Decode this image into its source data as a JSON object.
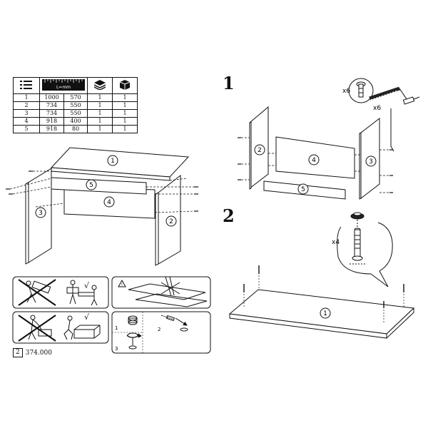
{
  "parts_table": {
    "length_unit_label": "L=mm",
    "rows": [
      {
        "id": "1",
        "length": "1000",
        "width": "570",
        "qty": "1",
        "box": "1"
      },
      {
        "id": "2",
        "length": "734",
        "width": "550",
        "qty": "1",
        "box": "1"
      },
      {
        "id": "3",
        "length": "734",
        "width": "550",
        "qty": "1",
        "box": "1"
      },
      {
        "id": "4",
        "length": "918",
        "width": "400",
        "qty": "1",
        "box": "1"
      },
      {
        "id": "5",
        "length": "918",
        "width": "80",
        "qty": "1",
        "box": "1"
      }
    ]
  },
  "part_labels": {
    "p1": "1",
    "p2": "2",
    "p3": "3",
    "p4": "4",
    "p5": "5"
  },
  "steps": {
    "step1": "1",
    "step2": "2"
  },
  "hardware": {
    "pin_qty": "x6",
    "screw_qty": "x6",
    "cam_qty": "x4"
  },
  "safety": {
    "warning_symbol": "!",
    "check_mark": "√",
    "sub_steps": [
      "1",
      "2",
      "3"
    ]
  },
  "footer": {
    "page": "2",
    "code": "374.000"
  },
  "colors": {
    "line": "#111111",
    "panel": "#ffffff",
    "accent_dark": "#222222"
  }
}
